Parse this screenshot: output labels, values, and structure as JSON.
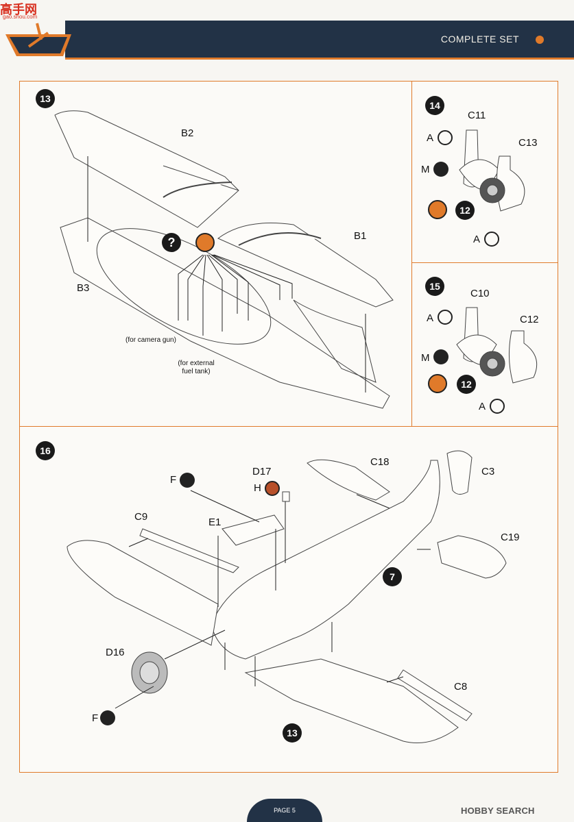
{
  "watermark": {
    "brand": "高手网",
    "sub": "gao.shou.com"
  },
  "header": {
    "title": "COMPLETE SET"
  },
  "steps": {
    "s13": {
      "number": "13",
      "parts": {
        "b2": "B2",
        "b1": "B1",
        "b3": "B3"
      },
      "notes": {
        "camera": "(for camera gun)",
        "fuel_line1": "(for external",
        "fuel_line2": "fuel tank)"
      },
      "question_mark": "?"
    },
    "s14": {
      "number": "14",
      "parts": {
        "c11": "C11",
        "c13": "C13"
      },
      "paint": {
        "a1": "A",
        "m": "M",
        "a2": "A"
      },
      "ref": "12"
    },
    "s15": {
      "number": "15",
      "parts": {
        "c10": "C10",
        "c12": "C12"
      },
      "paint": {
        "a1": "A",
        "m": "M",
        "a2": "A"
      },
      "ref": "12"
    },
    "s16": {
      "number": "16",
      "parts": {
        "c18": "C18",
        "c3": "C3",
        "d17": "D17",
        "e1": "E1",
        "c9": "C9",
        "c19": "C19",
        "d16": "D16",
        "c8": "C8"
      },
      "paint": {
        "f1": "F",
        "h": "H",
        "f2": "F"
      },
      "refs": {
        "seven": "7",
        "thirteen": "13"
      }
    }
  },
  "footer": {
    "page": "PAGE 5",
    "credit": "HOBBY SEARCH"
  },
  "colors": {
    "accent": "#e07a2a",
    "navy": "#223246"
  }
}
